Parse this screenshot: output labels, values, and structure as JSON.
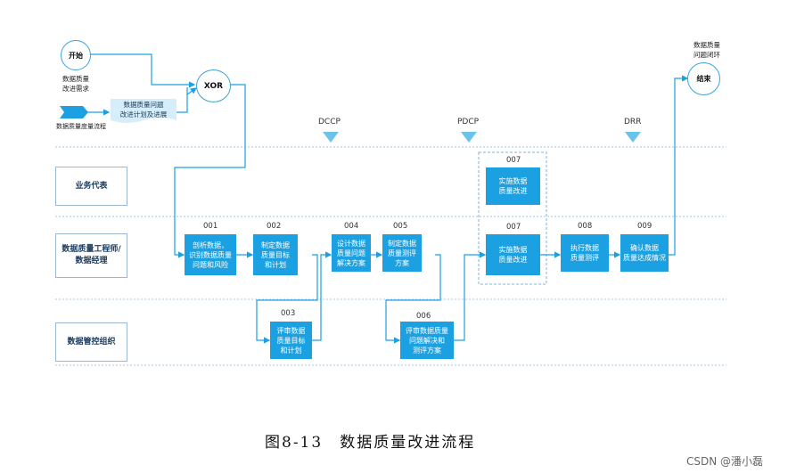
{
  "start": {
    "label": "开始",
    "input_text": "数据质量\n改进需求"
  },
  "process_tag": {
    "label": "数据质量度量流程"
  },
  "plan_doc": {
    "label": "数据质量问题\n改进计划及进展"
  },
  "xor": {
    "label": "XOR"
  },
  "end": {
    "label": "结束",
    "top_text": "数据质量\n问题闭环"
  },
  "phases": [
    "DCCP",
    "PDCP",
    "DRR"
  ],
  "lanes": [
    "业务代表",
    "数据质量工程师/\n数据经理",
    "数据管控组织"
  ],
  "tasks": [
    {
      "num": "001",
      "label": "剖析数据，\n识别数据质量\n问题和风险"
    },
    {
      "num": "002",
      "label": "制定数据\n质量目标\n和计划"
    },
    {
      "num": "003",
      "label": "评审数据\n质量目标\n和计划"
    },
    {
      "num": "004",
      "label": "设计数据\n质量问题\n解决方案"
    },
    {
      "num": "005",
      "label": "制定数据\n质量测评\n方案"
    },
    {
      "num": "006",
      "label": "评审数据质量\n问题解决和\n测评方案"
    },
    {
      "num": "007",
      "label": "实施数据\n质量改进"
    },
    {
      "num": "007",
      "label": "实施数据\n质量改进"
    },
    {
      "num": "008",
      "label": "执行数据\n质量测评"
    },
    {
      "num": "009",
      "label": "确认数据\n质量达成情况"
    }
  ],
  "caption": "图8-13　数据质量改进流程",
  "watermark": "CSDN @潘小磊"
}
